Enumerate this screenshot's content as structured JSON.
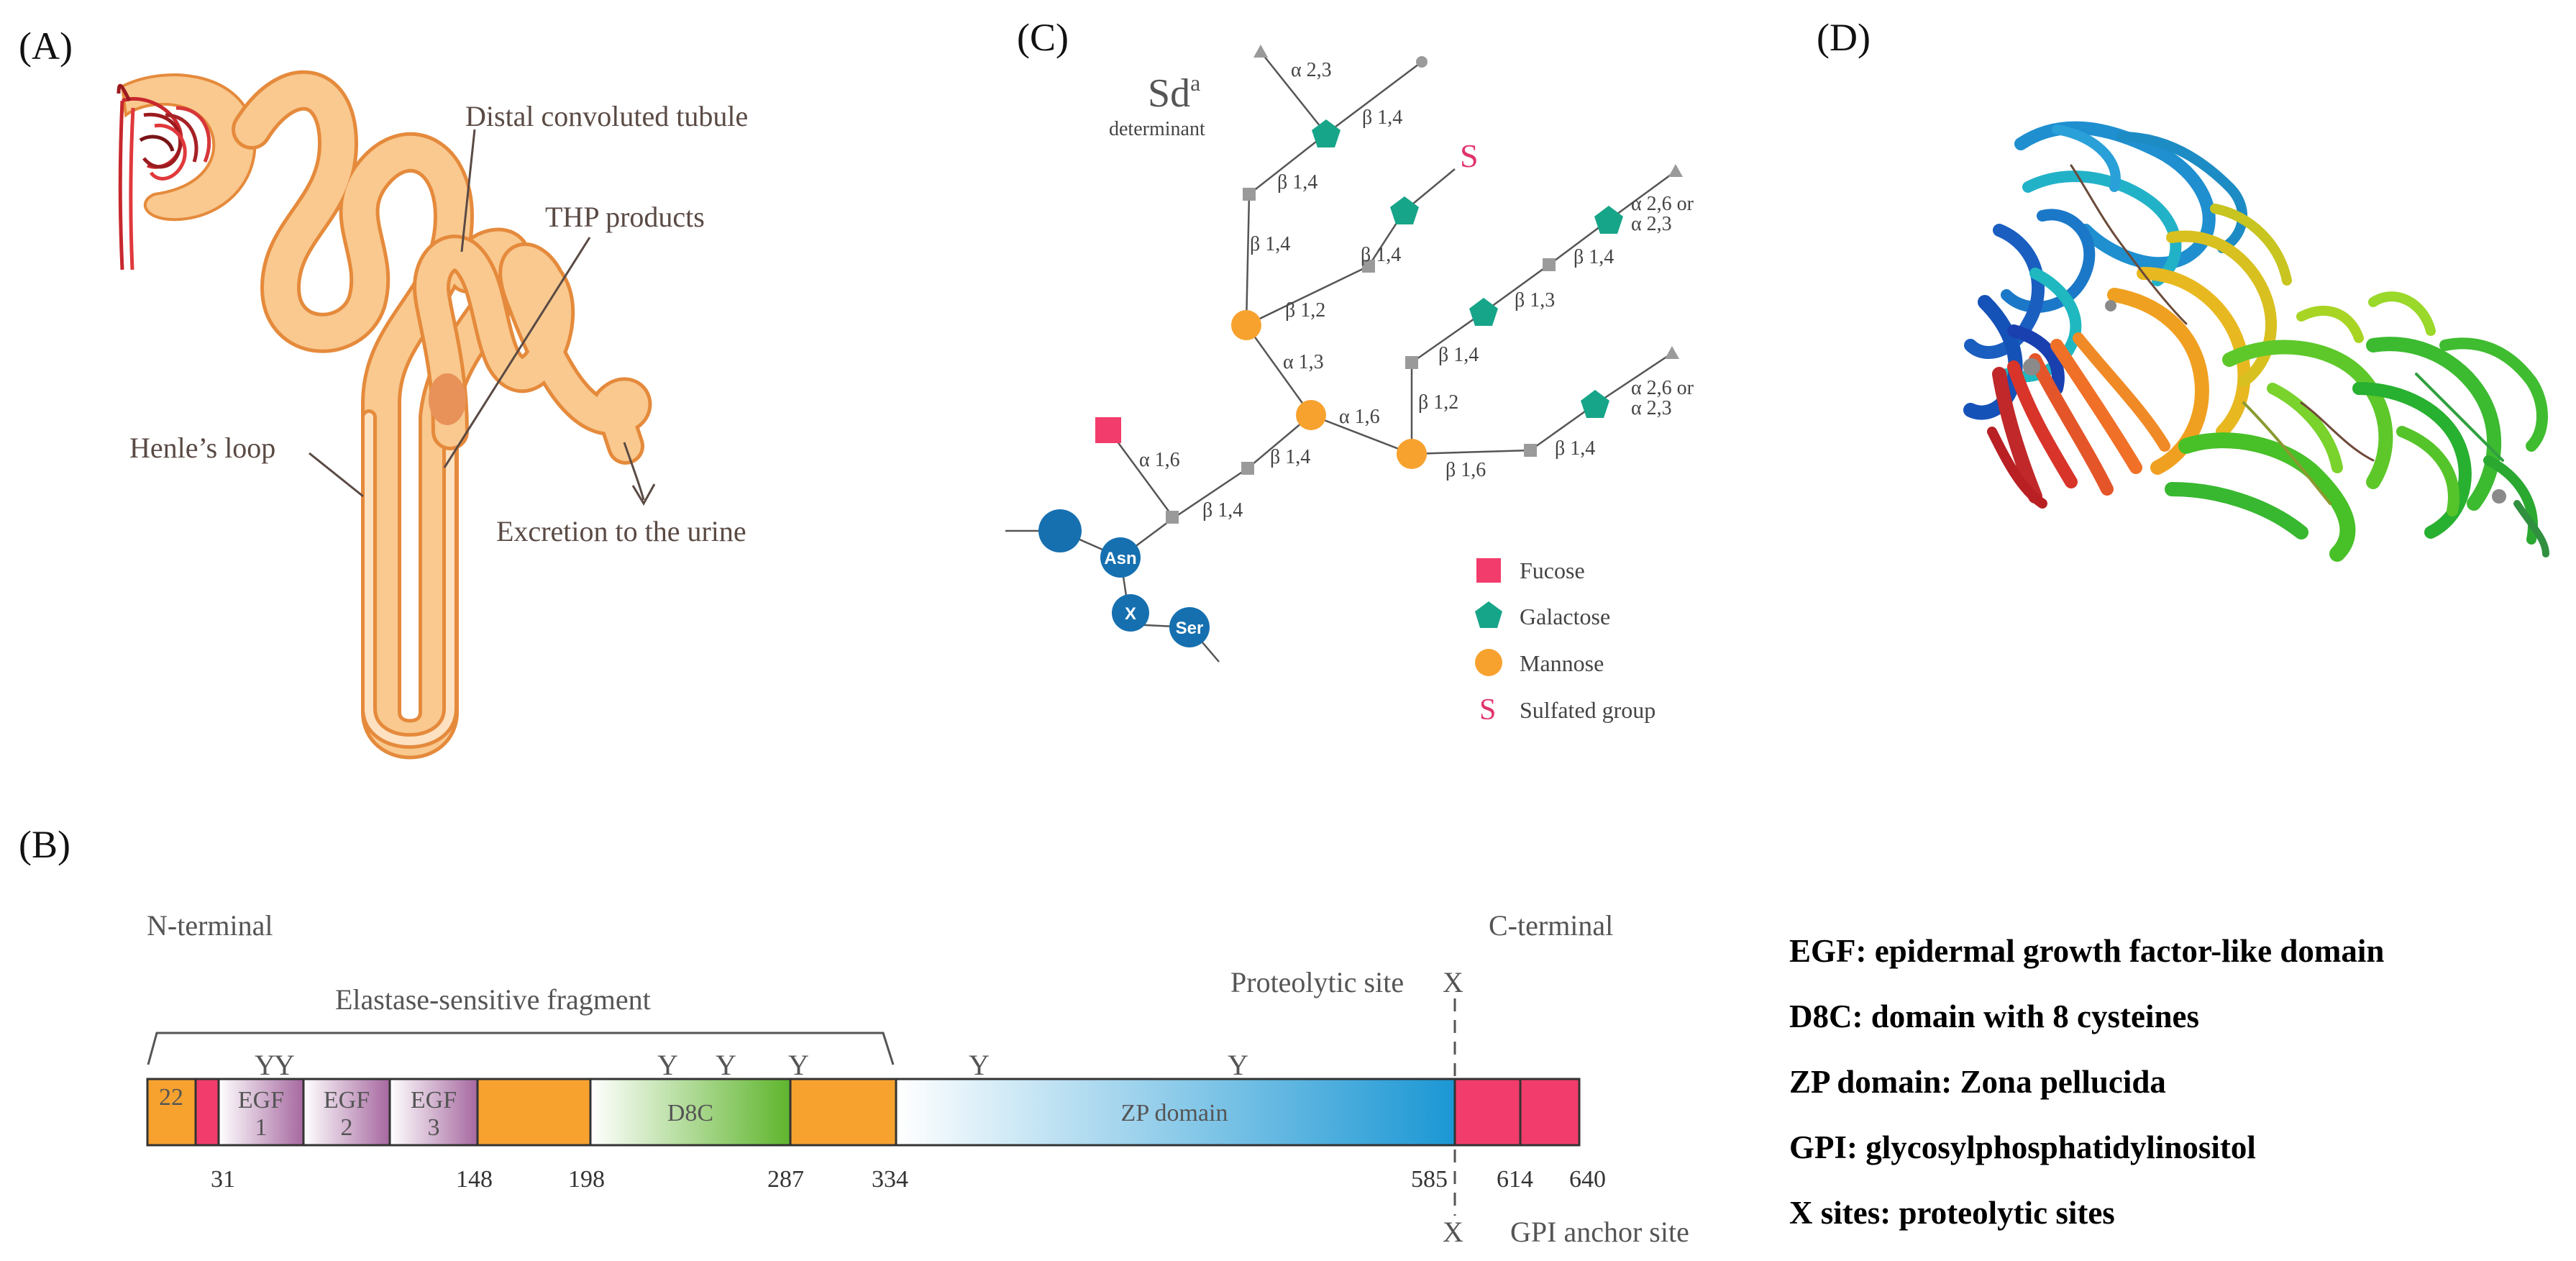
{
  "panels": {
    "a": "(A)",
    "b": "(B)",
    "c": "(C)",
    "d": "(D)"
  },
  "kidney": {
    "distal": "Distal convoluted tubule",
    "thp": "THP products",
    "henle": "Henle’s loop",
    "excretion": "Excretion to the urine"
  },
  "glycan": {
    "sd_main": "Sd",
    "sd_sup": "a",
    "sd_sub": "determinant",
    "sulfate_symbol": "S",
    "residues": {
      "asn": "Asn",
      "x": "X",
      "ser": "Ser"
    },
    "links": {
      "a16_fuc": "α 1,6",
      "b14_a": "β 1,4",
      "b14_b": "β 1,4",
      "a13": "α 1,3",
      "a16_man": "α 1,6",
      "b12_left": "β 1,2",
      "b14_left_up": "β 1,4",
      "b14_sd": "β 1,4",
      "a23_top": "α 2,3",
      "b14_top": "β 1,4",
      "b14_s": "β 1,4",
      "b16": "β 1,6",
      "b14_bottom": "β 1,4",
      "a26_bottom_1": "α 2,6 or",
      "a26_bottom_2": "α 2,3",
      "b12_right": "β 1,2",
      "b14_right_a": "β 1,4",
      "b13_right": "β 1,3",
      "b14_right_b": "β 1,4",
      "a26_top_1": "α 2,6 or",
      "a26_top_2": "α 2,3"
    },
    "legend": [
      "Fucose",
      "Galactose",
      "Mannose",
      "Sulfated group"
    ]
  },
  "protein": {
    "n_terminal": "N-terminal",
    "c_terminal": "C-terminal",
    "elastase": "Elastase-sensitive fragment",
    "proteolytic": "Proteolytic site",
    "gpi": "GPI anchor site",
    "x_mark": "X",
    "y_mark": "Y",
    "domains": {
      "signal": "22",
      "egf1": [
        "EGF",
        "1"
      ],
      "egf2": [
        "EGF",
        "2"
      ],
      "egf3": [
        "EGF",
        "3"
      ],
      "d8c": "D8C",
      "zp": "ZP domain"
    },
    "positions": [
      "31",
      "148",
      "198",
      "287",
      "334",
      "585",
      "614",
      "640"
    ]
  },
  "definitions": [
    "EGF: epidermal growth factor-like domain",
    "D8C: domain with 8 cysteines",
    "ZP domain: Zona pellucida",
    "GPI: glycosylphosphatidylinositol",
    "X sites: proteolytic sites"
  ],
  "colors": {
    "orange": "#f7a22f",
    "pink": "#f23c6b",
    "green_sugar": "#17a589",
    "mannose": "#f7a22f",
    "residue_blue": "#1670b0",
    "egf_purple": "#b07aaa",
    "d8c_green": "#6cba3a",
    "zp_blue": "#1e9ad6",
    "tubule": "#f9c98f",
    "tubule_edge": "#e58a3c"
  }
}
